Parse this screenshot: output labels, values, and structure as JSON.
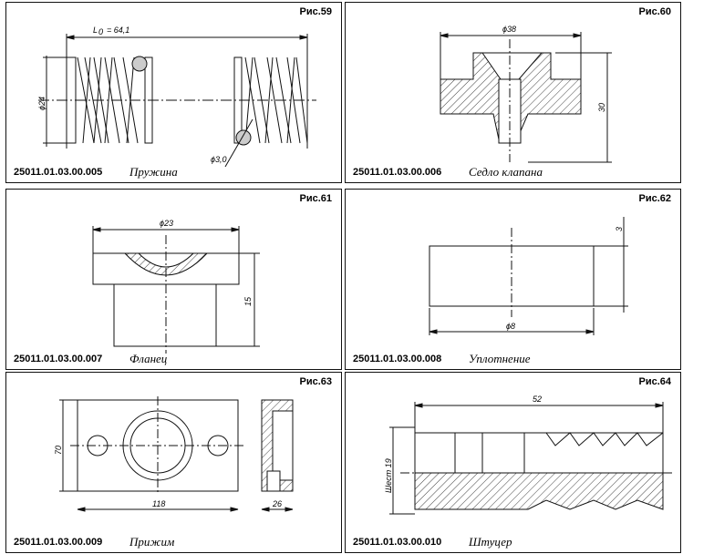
{
  "panels": [
    {
      "fig": "Рис.59",
      "code": "25011.01.03.00.005",
      "name": "Пружина",
      "dims": [
        "L",
        "0",
        "= 64,1",
        "ϕ24",
        "ϕ3,0"
      ]
    },
    {
      "fig": "Рис.60",
      "code": "25011.01.03.00.006",
      "name": "Седло клапана",
      "dims": [
        "ϕ38",
        "30"
      ]
    },
    {
      "fig": "Рис.61",
      "code": "25011.01.03.00.007",
      "name": "Фланец",
      "dims": [
        "ϕ23",
        "15"
      ]
    },
    {
      "fig": "Рис.62",
      "code": "25011.01.03.00.008",
      "name": "Уплотнение",
      "dims": [
        "3",
        "ϕ8"
      ]
    },
    {
      "fig": "Рис.63",
      "code": "25011.01.03.00.009",
      "name": "Прижим",
      "dims": [
        "70",
        "118",
        "26"
      ]
    },
    {
      "fig": "Рис.64",
      "code": "25011.01.03.00.010",
      "name": "Штуцер",
      "dims": [
        "52",
        "Шест 19"
      ]
    }
  ]
}
